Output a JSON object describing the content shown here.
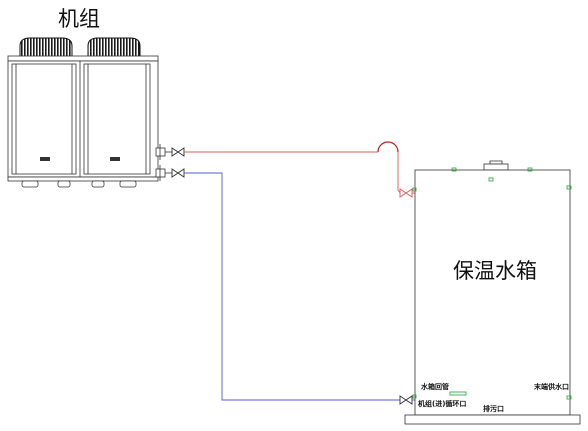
{
  "unit": {
    "title": "机组"
  },
  "tank": {
    "title": "保温水箱"
  },
  "ports": {
    "return_pipe": "水箱回管",
    "unit_inlet": "机组(进)循环口",
    "drain": "排污口",
    "supply": "末端供水口"
  },
  "colors": {
    "supply_pipe": "#e05a5a",
    "supply_bend": "#b22222",
    "return_pipe": "#5a5ad0",
    "port_marker": "#3aa84a",
    "outline": "#333333"
  }
}
